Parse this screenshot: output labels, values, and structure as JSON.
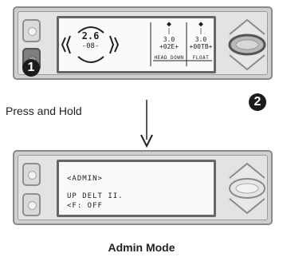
{
  "top_unit": {
    "button_badge": "1",
    "nav_badge": "2",
    "center_value": "2.6",
    "center_sub": "-08-",
    "tile_left": {
      "value": "3.0",
      "sub": "+02E+",
      "label": "HEAD DOWN"
    },
    "tile_right": {
      "value": "3.0",
      "sub": "+00TB+",
      "label": "FLOAT"
    }
  },
  "instruction": "Press and Hold",
  "bottom_unit": {
    "line1": "<ADMIN>",
    "line2": "UP DELT II.",
    "line3": "<F: OFF"
  },
  "mode_caption": "Admin Mode"
}
